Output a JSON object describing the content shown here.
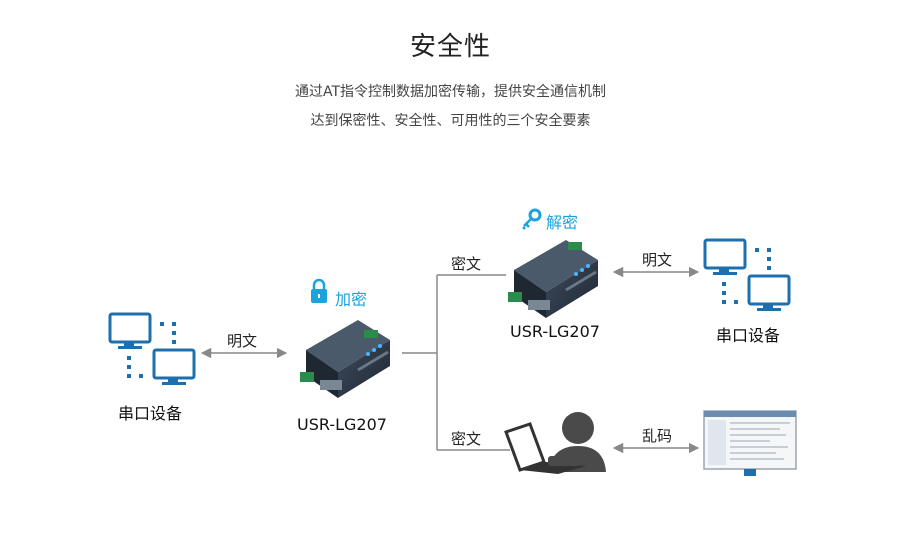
{
  "header": {
    "title": "安全性",
    "desc_line1": "通过AT指令控制数据加密传输，提供安全通信机制",
    "desc_line2": "达到保密性、安全性、可用性的三个安全要素"
  },
  "nodes": {
    "serial_left": "串口设备",
    "device_left": "USR-LG207",
    "device_right": "USR-LG207",
    "serial_right": "串口设备"
  },
  "labels": {
    "encrypt": "加密",
    "decrypt": "解密",
    "plain_left": "明文",
    "cipher_top": "密文",
    "plain_right": "明文",
    "cipher_bottom": "密文",
    "garbled": "乱码"
  },
  "colors": {
    "accent": "#1aa3dd",
    "monitor_blue": "#1e6fae",
    "device_dark": "#2b3440",
    "line_gray": "#888888"
  }
}
